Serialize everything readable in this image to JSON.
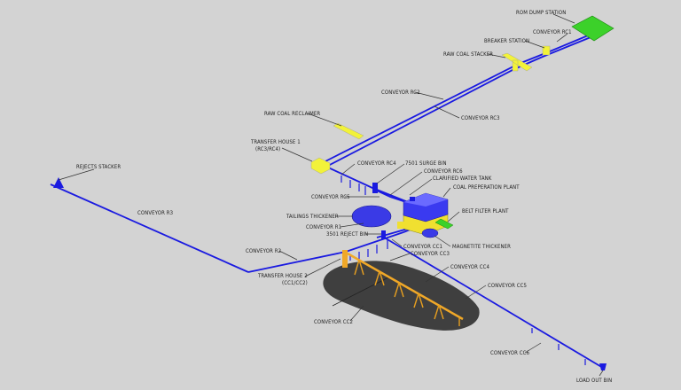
{
  "colors": {
    "background": "#d3d3d3",
    "conveyor": "#1a1ae0",
    "structure_yellow": "#f2f23a",
    "rom_green": "#3cd12a",
    "stockpile": "#3f3f3f",
    "stacker_orange": "#f0a828"
  },
  "labels": {
    "rom_dump_station": "ROM DUMP STATION",
    "conveyor_rc1": "CONVEYOR RC1",
    "breaker_station": "BREAKER STATION",
    "raw_coal_stacker": "RAW COAL STACKER",
    "conveyor_rc2": "CONVEYOR RC2",
    "conveyor_rc3": "CONVEYOR RC3",
    "raw_coal_reclaimer": "RAW COAL RECLAIMER",
    "transfer_house_1": "TRANSFER HOUSE 1",
    "transfer_house_1_sub": "(RC3/RC4)",
    "rejects_stacker": "REJECTS STACKER",
    "conveyor_rc4": "CONVEYOR RC4",
    "surge_bin": "7501 SURGE BIN",
    "conveyor_rc6": "CONVEYOR RC6",
    "clarified_water_tank": "CLARIFIED WATER TANK",
    "coal_preparation_plant": "COAL PREPERATION PLANT",
    "conveyor_rc5": "CONVEYOR RC5",
    "conveyor_r3": "CONVEYOR R3",
    "tailings_thickener": "TAILINGS THICKENER",
    "belt_filter_plant": "BELT FILTER PLANT",
    "conveyor_r1": "CONVEYOR R1",
    "reject_bin": "3501 REJECT BIN",
    "conveyor_cc1": "CONVEYOR CC1",
    "magnetite_thickener": "MAGNETITE THICKENER",
    "conveyor_cc3": "CONVEYOR CC3",
    "conveyor_r2": "CONVEYOR R2",
    "conveyor_cc4": "CONVEYOR CC4",
    "transfer_house_2": "TRANSFER HOUSE 2",
    "transfer_house_2_sub": "(CC1/CC2)",
    "conveyor_cc5": "CONVEYOR CC5",
    "conveyor_cc2": "CONVEYOR CC2",
    "conveyor_cc6": "CONVEYOR CC6",
    "load_out_bin": "LOAD OUT BIN"
  }
}
